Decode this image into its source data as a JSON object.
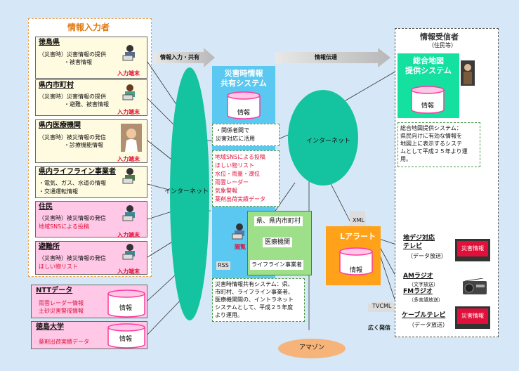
{
  "providers": {
    "title": "情報入力者",
    "input_terminal": "入力端末",
    "cards": [
      {
        "title": "徳島県",
        "lines": [
          "（災害時）災害情報の提供",
          "・被害情報"
        ],
        "red": []
      },
      {
        "title": "県内市町村",
        "lines": [
          "（災害時）災害情報の提供",
          "・避難、被害情報"
        ],
        "red": []
      },
      {
        "title": "県内医療機関",
        "lines": [
          "（災害時）被災情報の発信",
          "・診療機能情報"
        ],
        "red": []
      },
      {
        "title": "県内ライフライン事業者",
        "lines": [
          "・電気、ガス、水道の情報",
          "・交通運転情報"
        ],
        "red": []
      },
      {
        "title": "住民",
        "lines": [
          "（災害時）被災情報の発信"
        ],
        "red": [
          "地域SNSによる投稿"
        ]
      },
      {
        "title": "避難所",
        "lines": [
          "（災害時）被災情報の発信"
        ],
        "red": [
          "ほしい物リスト"
        ]
      }
    ]
  },
  "ntt": {
    "title": "NTTデータ",
    "lines": [
      "雨雲レーダー情報",
      "土砂災害警戒情報"
    ],
    "db": "情報"
  },
  "univ": {
    "title": "徳島大学",
    "lines": [
      "薬剤出荷実績データ"
    ],
    "db": "情報"
  },
  "arrows": {
    "input_share": "情報入力・共有",
    "transmit": "情報伝達"
  },
  "internet_left": "インターネット",
  "internet_right": "インターネット",
  "share_system": {
    "title": [
      "災害時情報",
      "共有システム"
    ],
    "db": "情報",
    "note": [
      "・関係者間で",
      "災害対応に活用"
    ],
    "red_list": [
      "地域SNSによる投稿",
      "ほしい物リスト",
      "水位・雨量・潮位",
      "雨雲レーダー",
      "気象警報",
      "薬剤出荷実績データ"
    ]
  },
  "viewers": {
    "items": [
      "県、県内市町村",
      "医療機関",
      "ライフライン事業者"
    ],
    "browse": "閲覧",
    "rss": "RSS"
  },
  "share_desc": [
    "災害時情報共有システム：県、",
    "市町村、ライフライン事業者、",
    "医療機関間の、イントラネット",
    "システムとして、平成２５年度",
    "より運用。"
  ],
  "amazon": "アマゾン",
  "xml": "XML",
  "tvcml": "TVCML",
  "lalert": {
    "title": "Lアラート",
    "db": "情報"
  },
  "receivers": {
    "title": "情報受信者",
    "subtitle": "（住民等）",
    "map_system": {
      "title": [
        "総合地図",
        "提供システム"
      ],
      "db": "情報"
    },
    "map_desc": [
      "総合地図提供システム：",
      "県民向けに有効な情報を",
      "地図上に表示するシステ",
      "ムとして平成２５年より運",
      "用。"
    ],
    "tv": {
      "title": [
        "地デジ対応",
        "テレビ"
      ],
      "sub": "（データ放送）",
      "screen": "災害情報"
    },
    "radio": {
      "am": "AMラジオ",
      "am_sub": "（文字放送）",
      "fm": "FMラジオ",
      "fm_sub": "（多言語放送）"
    },
    "cable": {
      "title": "ケーブルテレビ",
      "sub": "（データ放送）",
      "screen": "災害情報"
    },
    "wide": "広く発信"
  }
}
